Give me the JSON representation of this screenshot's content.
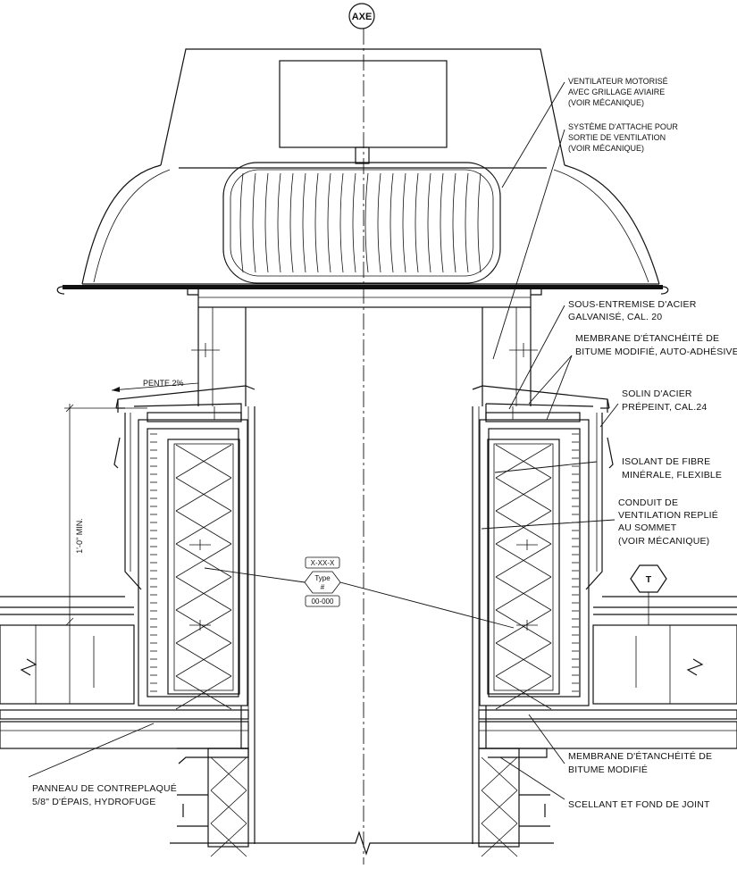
{
  "axis_label": "AXE",
  "callouts": {
    "fan": [
      "VENTILATEUR MOTORISÉ",
      "AVEC GRILLAGE AVIAIRE",
      "(VOIR MÉCANIQUE)"
    ],
    "attach": [
      "SYSTÈME D'ATTACHE POUR",
      "SORTIE DE VENTILATION",
      "(VOIR MÉCANIQUE)"
    ],
    "steel_sub": [
      "SOUS-ENTREMISE D'ACIER",
      "GALVANISÉ, CAL. 20"
    ],
    "membrane_self": [
      "MEMBRANE D'ÉTANCHÉITÉ DE",
      "BITUME MODIFIÉ, AUTO-ADHÉSIVE"
    ],
    "flashing": [
      "SOLIN D'ACIER",
      "PRÉPEINT, CAL.24"
    ],
    "insulation": [
      "ISOLANT DE FIBRE",
      "MINÉRALE, FLEXIBLE"
    ],
    "duct": [
      "CONDUIT DE",
      "VENTILATION REPLIÉ",
      "AU SOMMET",
      "(VOIR MÉCANIQUE)"
    ],
    "membrane": [
      "MEMBRANE D'ÉTANCHÉITÉ DE",
      "BITUME MODIFIÉ"
    ],
    "sealant": [
      "SCELLANT ET FOND DE JOINT"
    ],
    "plywood": [
      "PANNEAU DE CONTREPLAQUÉ",
      "5/8\" D'ÉPAIS, HYDROFUGE"
    ]
  },
  "slope_label": "PENTE 2%",
  "height_dim": "1'-0\" MIN.",
  "type_tag": {
    "top": "X-XX-X",
    "middle": [
      "Type",
      "#"
    ],
    "bottom": "00-000"
  },
  "t_tag": "T"
}
